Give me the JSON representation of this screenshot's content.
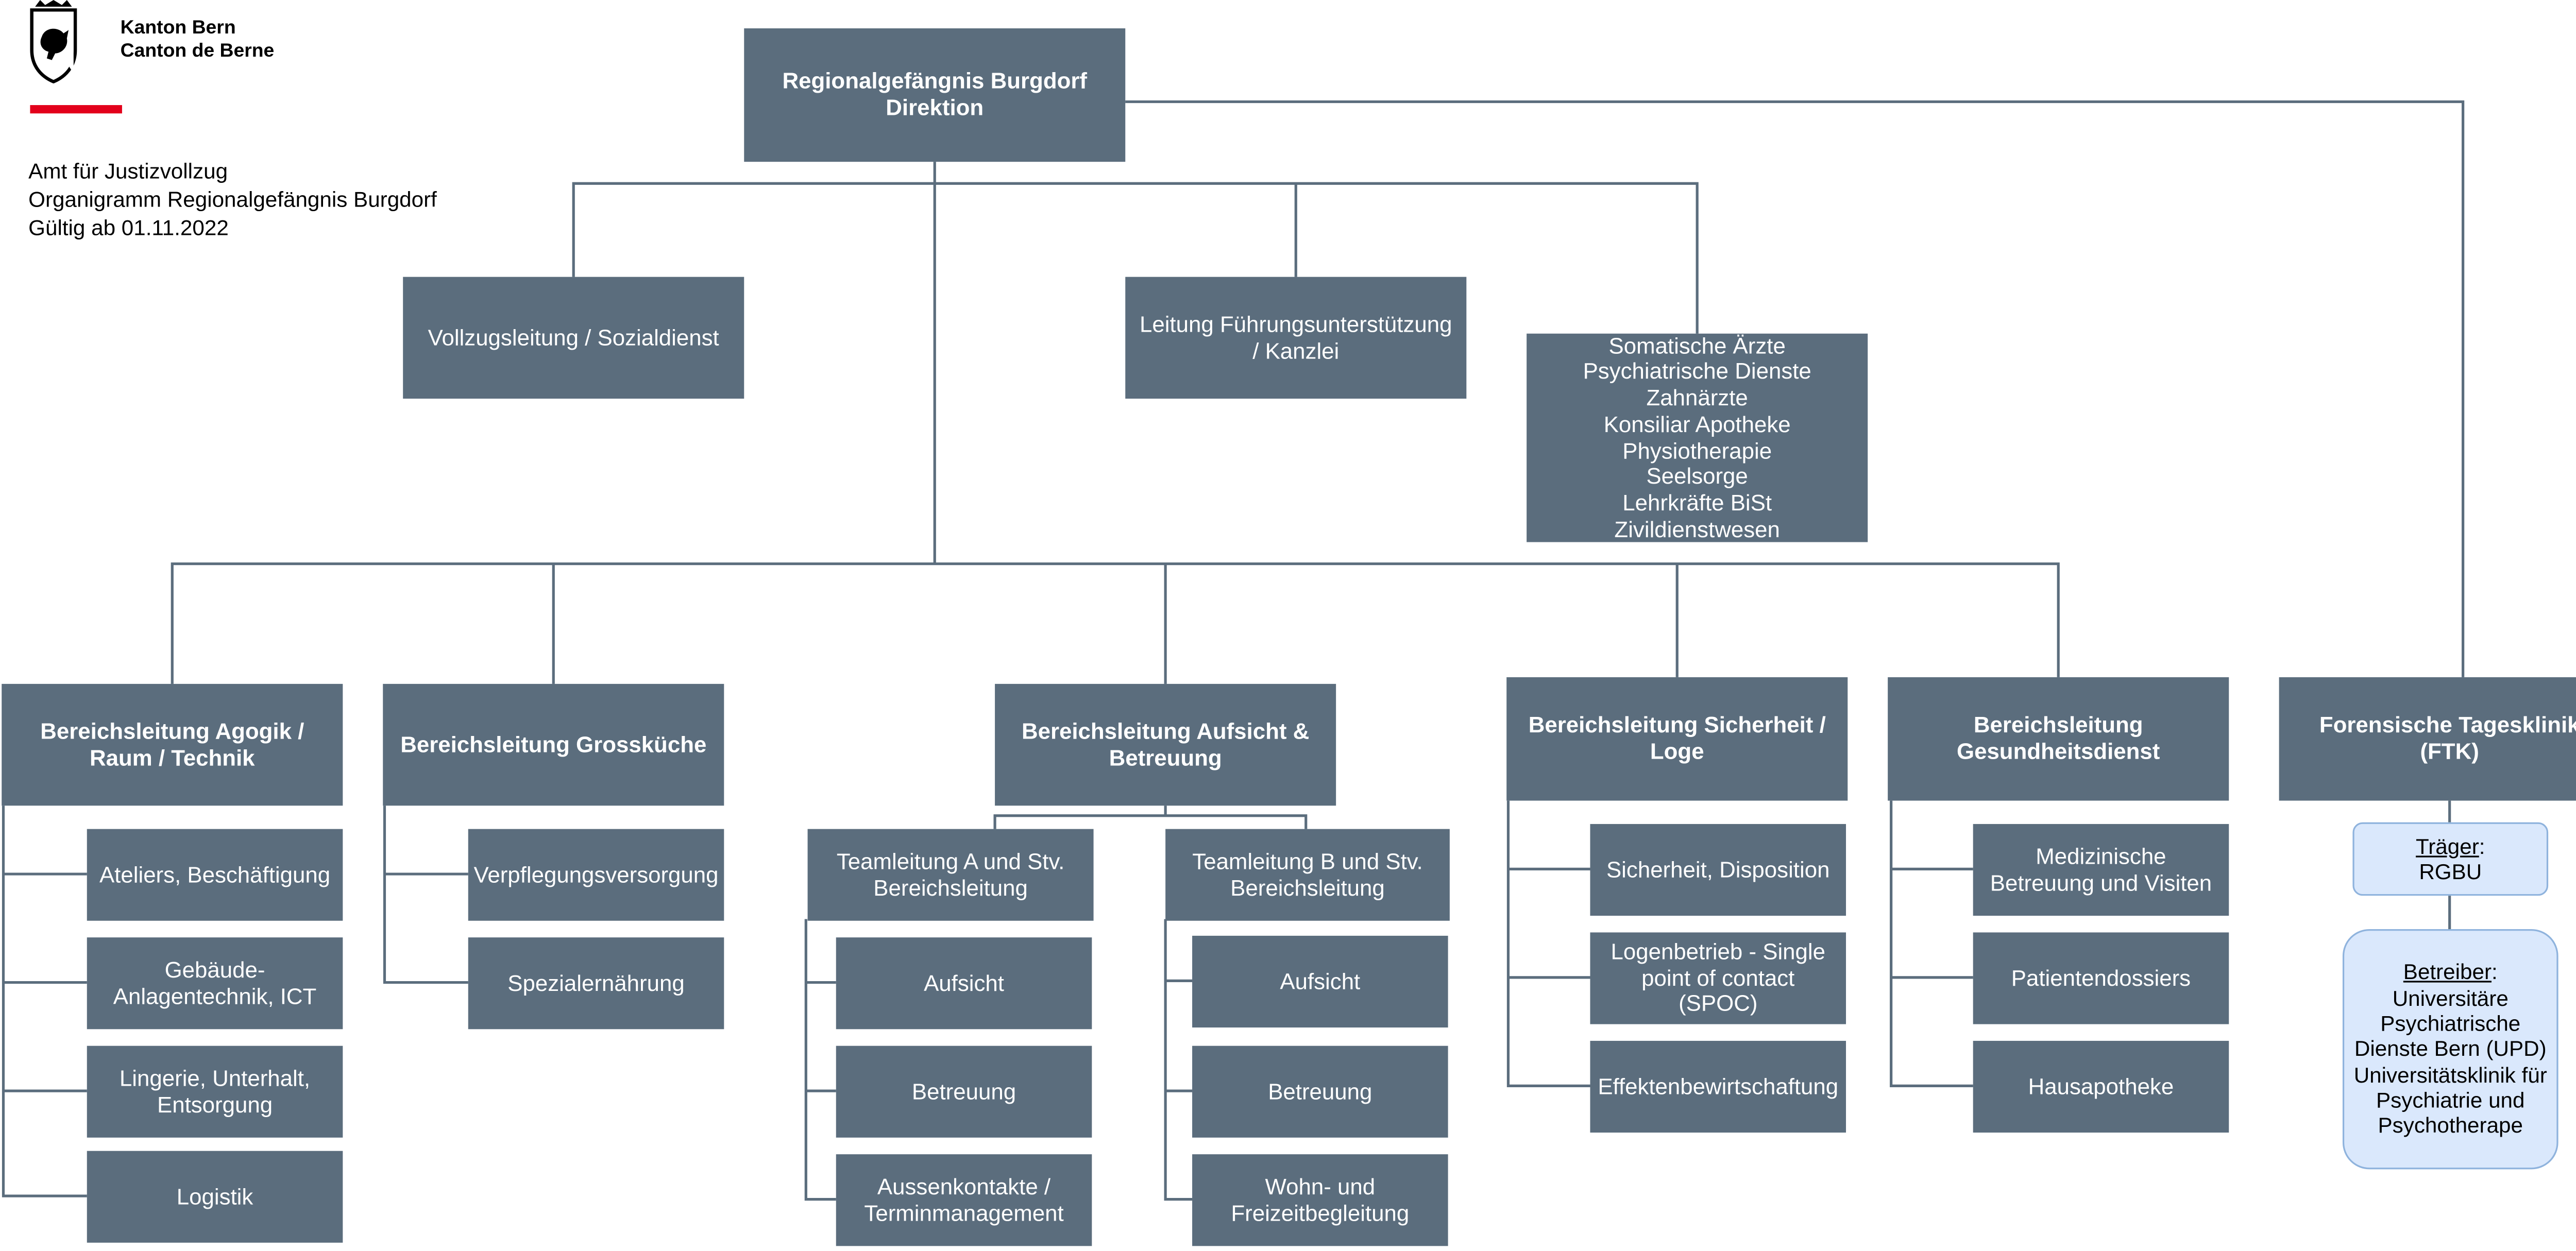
{
  "header": {
    "canton_de": "Kanton Bern",
    "canton_fr": "Canton de Berne",
    "line1": "Amt für Justizvollzug",
    "line2": "Organigramm Regionalgefängnis Burgdorf",
    "line3": "Gültig ab 01.11.2022"
  },
  "colors": {
    "box": "#5b6d7d",
    "light_box": "#dae8fc",
    "line": "#5b6d7d",
    "red_bar": "#e3001b"
  },
  "nodes": {
    "direktion": "Regionalgefängnis Burgdorf\nDirektion",
    "vollzug": "Vollzugsleitung / Sozialdienst",
    "fuehrung": "Leitung Führungsunterstützung / Kanzlei",
    "services": [
      "Somatische Ärzte",
      "Psychiatrische Dienste",
      "Zahnärzte",
      "Konsiliar Apotheke",
      "Physiotherapie",
      "Seelsorge",
      "Lehrkräfte BiSt",
      "Zivildienstwesen"
    ],
    "agogik": {
      "title": "Bereichsleitung Agogik / Raum / Technik",
      "children": [
        "Ateliers, Beschäftigung",
        "Gebäude-\nAnlagentechnik, ICT",
        "Lingerie, Unterhalt, Entsorgung",
        "Logistik"
      ]
    },
    "kueche": {
      "title": "Bereichsleitung Grossküche",
      "children": [
        "Verpflegungsversorgung",
        "Spezialernährung"
      ]
    },
    "aufsicht": {
      "title": "Bereichsleitung Aufsicht & Betreuung",
      "team_a": {
        "title": "Teamleitung A und Stv. Bereichsleitung",
        "children": [
          "Aufsicht",
          "Betreuung",
          "Aussenkontakte / Terminmanagement"
        ]
      },
      "team_b": {
        "title": "Teamleitung B und Stv. Bereichsleitung",
        "children": [
          "Aufsicht",
          "Betreuung",
          "Wohn- und Freizeitbegleitung"
        ]
      }
    },
    "sicherheit": {
      "title": "Bereichsleitung Sicherheit / Loge",
      "children": [
        "Sicherheit, Disposition",
        "Logenbetrieb - Single point of contact (SPOC)",
        "Effektenbewirtschaftung"
      ]
    },
    "gesundheit": {
      "title": "Bereichsleitung Gesundheitsdienst",
      "children": [
        "Medizinische Betreuung und Visiten",
        "Patientendossiers",
        "Hausapotheke"
      ]
    },
    "ftk": {
      "title": "Forensische Tagesklinik (FTK)",
      "traeger_label": "Träger",
      "traeger_value": "RGBU",
      "betreiber_label": "Betreiber",
      "betreiber_value": "Universitäre Psychiatrische Dienste Bern (UPD) Universitätsklinik für Psychiatrie und Psychotherape"
    }
  }
}
